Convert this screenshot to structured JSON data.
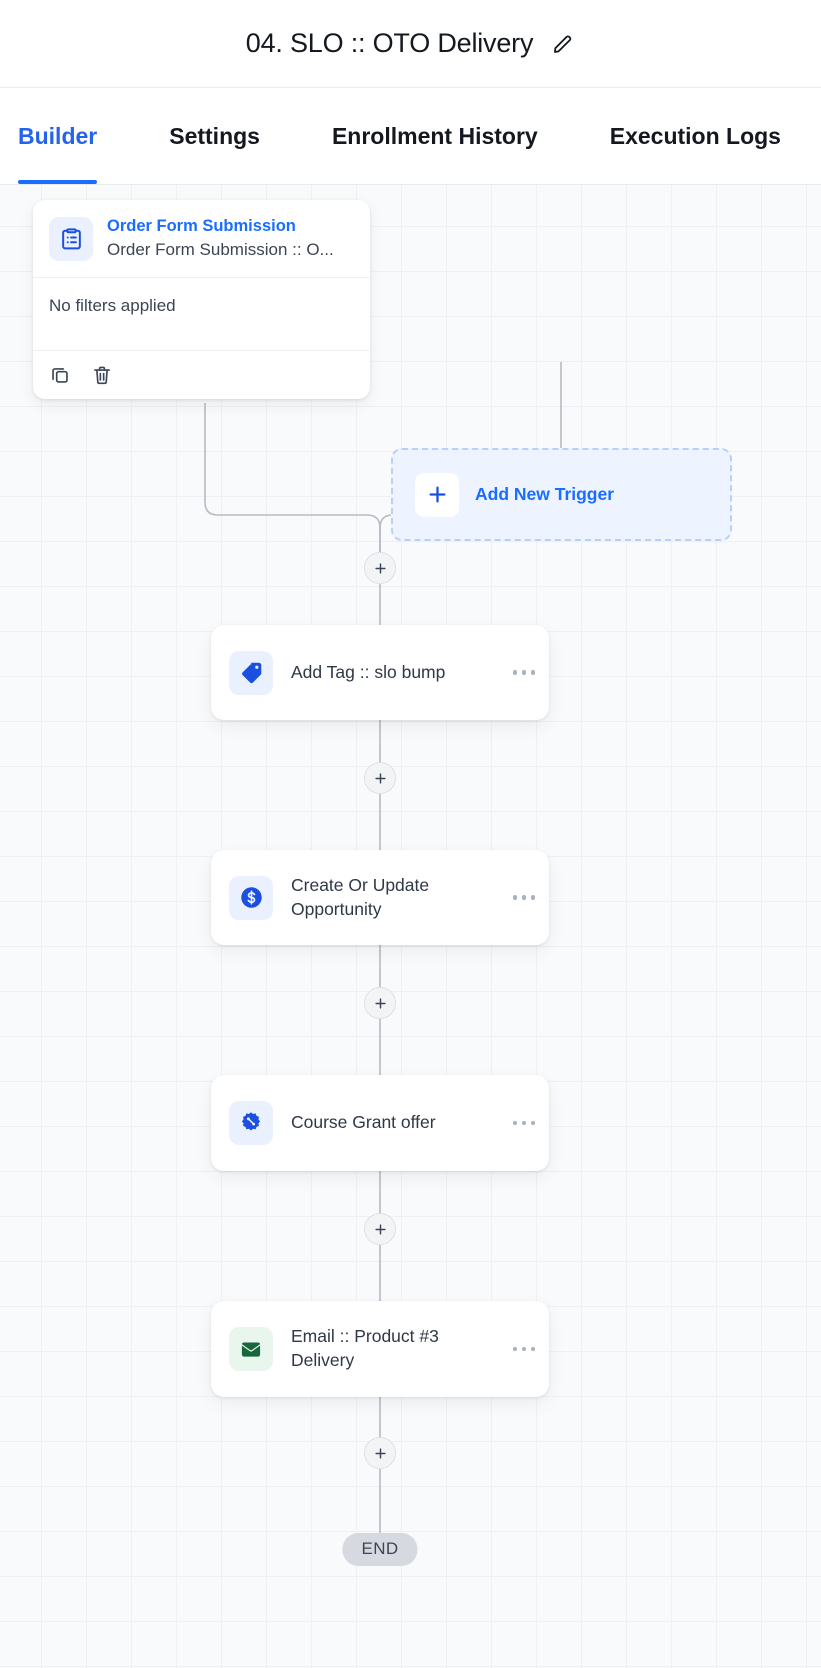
{
  "header": {
    "title": "04. SLO :: OTO Delivery",
    "edit_icon": "pencil-icon"
  },
  "tabs": [
    {
      "label": "Builder",
      "active": true
    },
    {
      "label": "Settings",
      "active": false
    },
    {
      "label": "Enrollment History",
      "active": false
    },
    {
      "label": "Execution Logs",
      "active": false
    }
  ],
  "canvas": {
    "trigger": {
      "icon": "clipboard-list-icon",
      "title": "Order Form Submission",
      "subtitle": "Order Form Submission :: O...",
      "filters_text": "No filters applied",
      "footer": {
        "duplicate_icon": "copy-icon",
        "delete_icon": "trash-icon"
      }
    },
    "add_trigger": {
      "icon": "plus-icon",
      "label": "Add New Trigger"
    },
    "add_step_icon": "plus-icon",
    "steps": [
      {
        "label": "Add Tag :: slo bump",
        "icon": "tag-icon",
        "icon_color": "#1a4fe0",
        "tile": "blue",
        "menu_icon": "ellipsis-icon"
      },
      {
        "label": "Create Or Update Opportunity",
        "icon": "dollar-circle-icon",
        "icon_color": "#1a4fe0",
        "tile": "blue",
        "menu_icon": "ellipsis-icon"
      },
      {
        "label": "Course Grant offer",
        "icon": "discount-badge-icon",
        "icon_color": "#1a4fe0",
        "tile": "blue",
        "menu_icon": "ellipsis-icon"
      },
      {
        "label": "Email :: Product #3 Delivery",
        "icon": "envelope-icon",
        "icon_color": "#17663c",
        "tile": "green",
        "menu_icon": "ellipsis-icon"
      }
    ],
    "end_label": "END"
  },
  "colors": {
    "accent": "#1a6dff",
    "link": "#2563eb",
    "text": "#2f3846",
    "canvas_bg": "#f8fafb",
    "grid_line": "#eef1f4",
    "edge": "#b6bcc4",
    "green": "#17663c"
  }
}
